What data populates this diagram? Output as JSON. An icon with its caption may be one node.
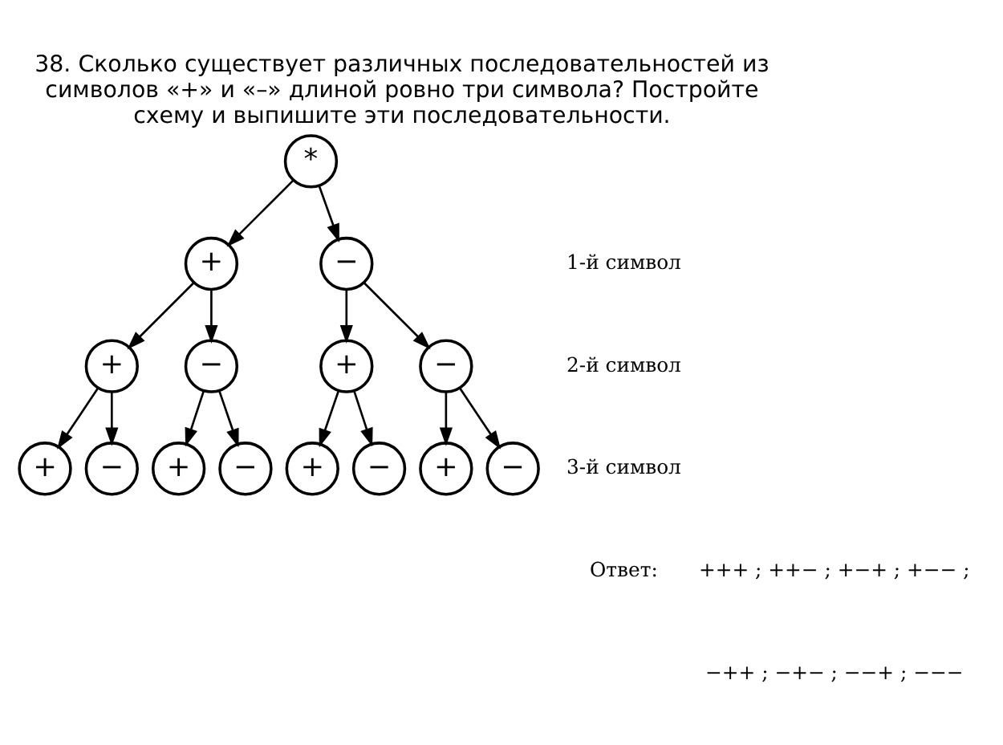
{
  "diagram": {
    "title": "38. Сколько существует различных последовательностей из символов «+» и «–» длиной ровно три символа? Постройте схему и выпишите эти последовательности.",
    "nodes": [
      {
        "text": [
          "*"
        ]
      },
      {
        "text": [
          "+"
        ]
      },
      {
        "text": [
          "−"
        ]
      },
      {
        "text": [
          "+"
        ]
      },
      {
        "text": [
          "−"
        ]
      },
      {
        "text": [
          "+"
        ]
      },
      {
        "text": [
          "−"
        ]
      },
      {
        "text": [
          "+"
        ]
      },
      {
        "text": [
          "−"
        ]
      },
      {
        "text": [
          "+"
        ]
      },
      {
        "text": [
          "−"
        ]
      },
      {
        "text": [
          "+"
        ]
      },
      {
        "text": [
          "−"
        ]
      },
      {
        "text": [
          "+"
        ]
      },
      {
        "text": [
          "−"
        ]
      }
    ],
    "edges": [
      {
        "from": 0,
        "to": 1,
        "arrow": "to"
      },
      {
        "from": 0,
        "to": 2,
        "arrow": "to"
      },
      {
        "from": 1,
        "to": 3,
        "arrow": "to"
      },
      {
        "from": 1,
        "to": 4,
        "arrow": "to"
      },
      {
        "from": 2,
        "to": 5,
        "arrow": "to"
      },
      {
        "from": 2,
        "to": 6,
        "arrow": "to"
      },
      {
        "from": 3,
        "to": 7,
        "arrow": "to"
      },
      {
        "from": 3,
        "to": 8,
        "arrow": "to"
      },
      {
        "from": 4,
        "to": 9,
        "arrow": "to"
      },
      {
        "from": 4,
        "to": 10,
        "arrow": "to"
      },
      {
        "from": 5,
        "to": 11,
        "arrow": "to"
      },
      {
        "from": 5,
        "to": 12,
        "arrow": "to"
      },
      {
        "from": 6,
        "to": 13,
        "arrow": "to"
      },
      {
        "from": 6,
        "to": 14,
        "arrow": "to"
      }
    ],
    "labels": [
      "1-й символ",
      "2-й символ",
      "3-й символ",
      "Ответ:",
      "+++ ; ++− ; +−+ ; +−− ;",
      "−++ ; −+− ; −−+ ; −−−"
    ]
  }
}
